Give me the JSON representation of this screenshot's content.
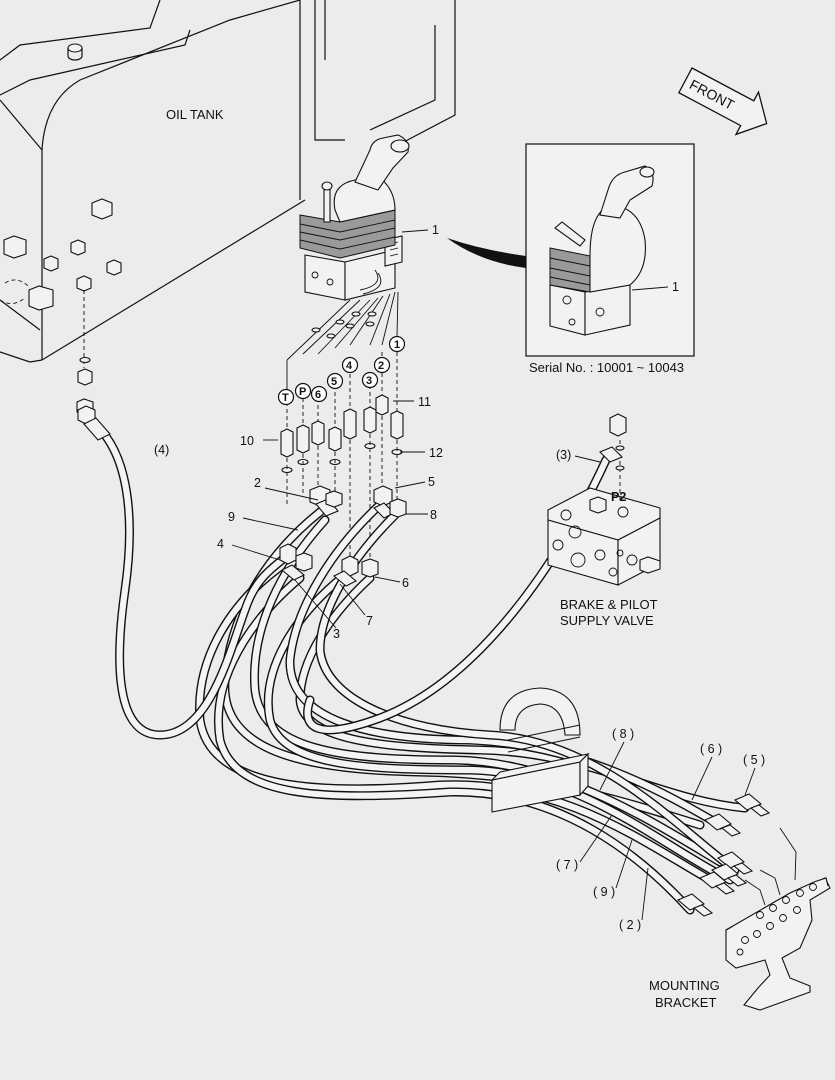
{
  "labels": {
    "oil_tank": "OIL TANK",
    "front": "FRONT",
    "serial": "Serial No. : 10001 ~ 10043",
    "brake_valve_line1": "BRAKE & PILOT",
    "brake_valve_line2": "SUPPLY VALVE",
    "mounting_bracket_line1": "MOUNTING",
    "mounting_bracket_line2": "BRACKET",
    "p2": "P2"
  },
  "callouts": {
    "c1": "1",
    "c1_inset": "1",
    "c2": "2",
    "c3": "3",
    "c4": "4",
    "c5": "5",
    "c6": "6",
    "c7": "7",
    "c8": "8",
    "c9": "9",
    "c10": "10",
    "c11": "11",
    "c12": "12",
    "h4": "(4)",
    "h3": "(3)",
    "h8": "( 8 )",
    "h6": "( 6 )",
    "h5": "( 5 )",
    "h7": "( 7 )",
    "h9": "( 9 )",
    "h2": "( 2 )"
  },
  "port_markers": {
    "T": "T",
    "P": "P",
    "p6": "6",
    "p5": "5",
    "p4": "4",
    "p3": "3",
    "p2": "2",
    "p1": "1"
  }
}
